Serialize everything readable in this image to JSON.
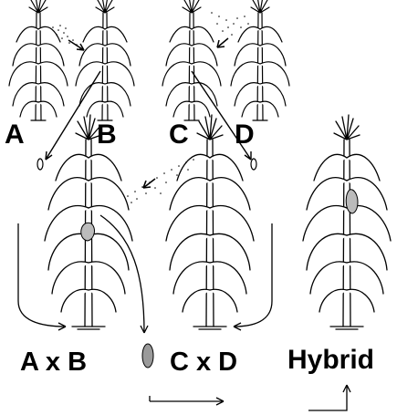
{
  "labels": {
    "a": "A",
    "b": "B",
    "c": "C",
    "d": "D",
    "cross_ab": "A x B",
    "cross_cd": "C x D",
    "hybrid": "Hybrid"
  },
  "colors": {
    "ink": "#000000",
    "seed_fill": "#9a9a9a",
    "background": "#ffffff"
  }
}
